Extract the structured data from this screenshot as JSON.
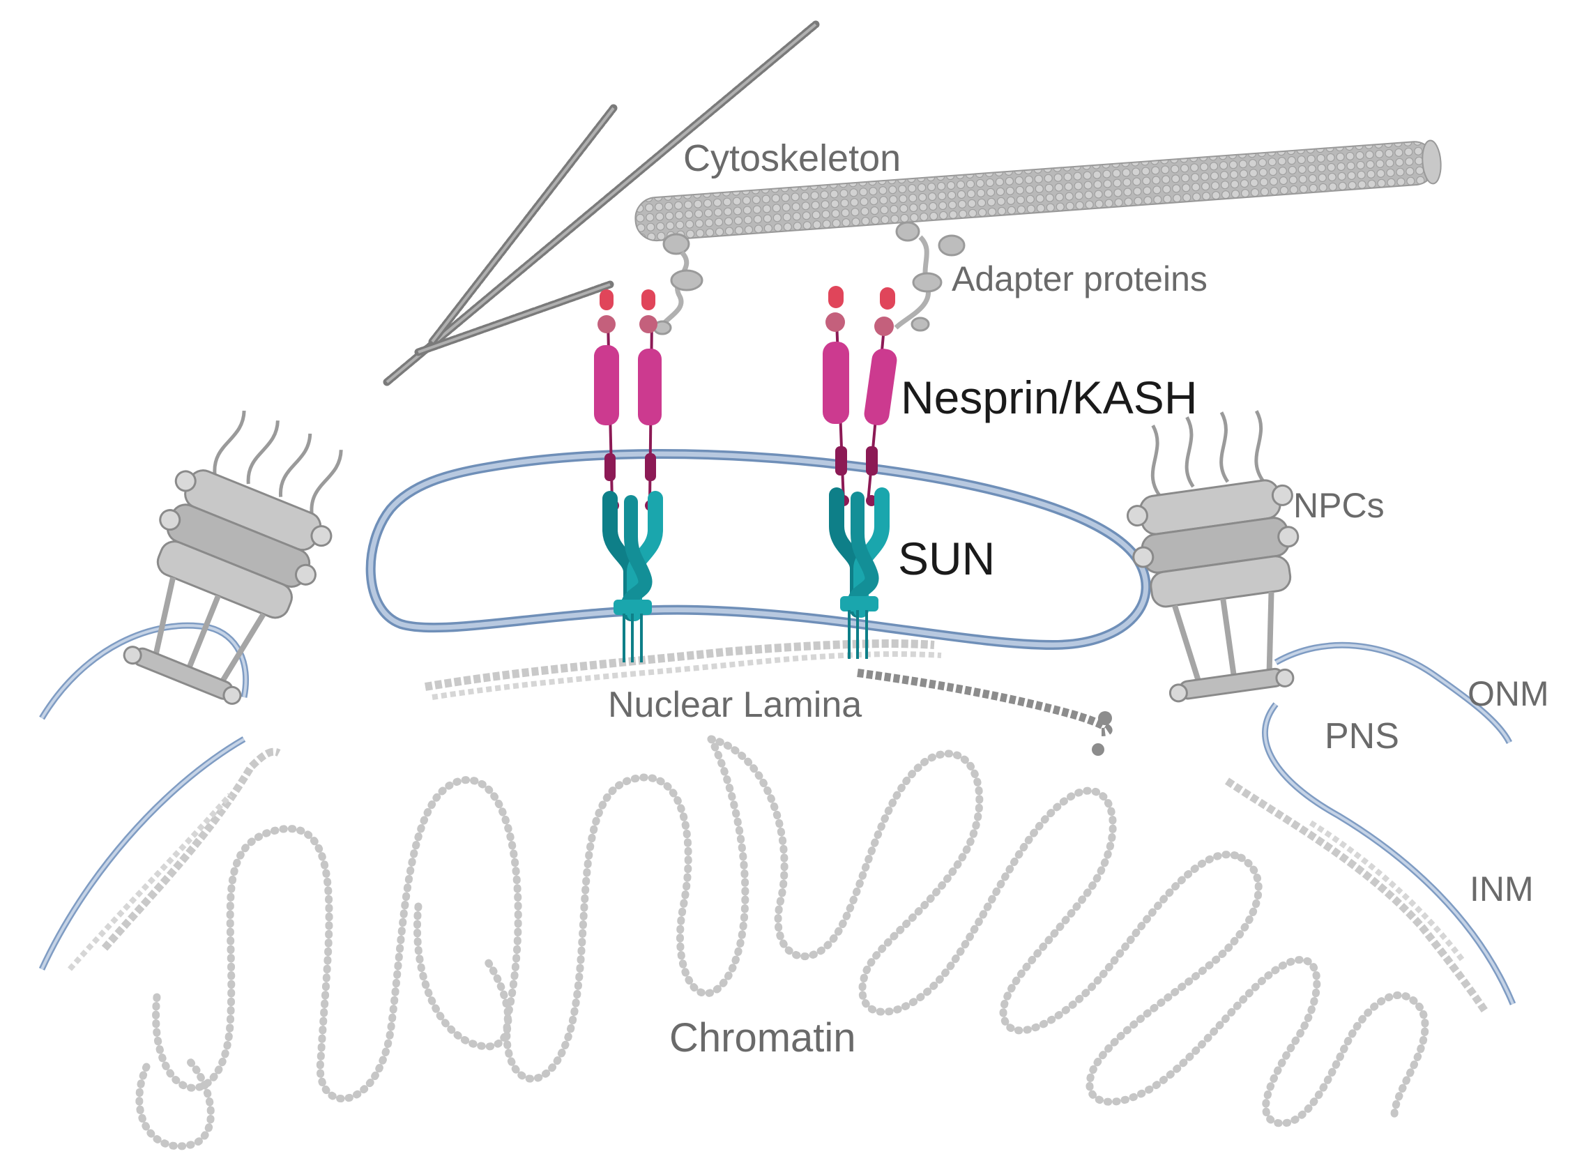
{
  "labels": {
    "cytoskeleton": "Cytoskeleton",
    "adapter_proteins": "Adapter proteins",
    "nesprin_kash": "Nesprin/KASH",
    "sun": "SUN",
    "npcs": "NPCs",
    "onm": "ONM",
    "pns": "PNS",
    "inm": "INM",
    "nuclear_lamina": "Nuclear Lamina",
    "chromatin": "Chromatin"
  },
  "colors": {
    "membrane": "#9fb4d2",
    "membrane_dark": "#6f8fb8",
    "nesprin_rod": "#cc3a8f",
    "nesprin_tip": "#e0455a",
    "nesprin_linker": "#8c1a55",
    "sun": "#1aa6ad",
    "sun_dark": "#0e7f88",
    "grey_structures": "#a9a9a9",
    "chromatin_dots": "#c6c6c6"
  }
}
